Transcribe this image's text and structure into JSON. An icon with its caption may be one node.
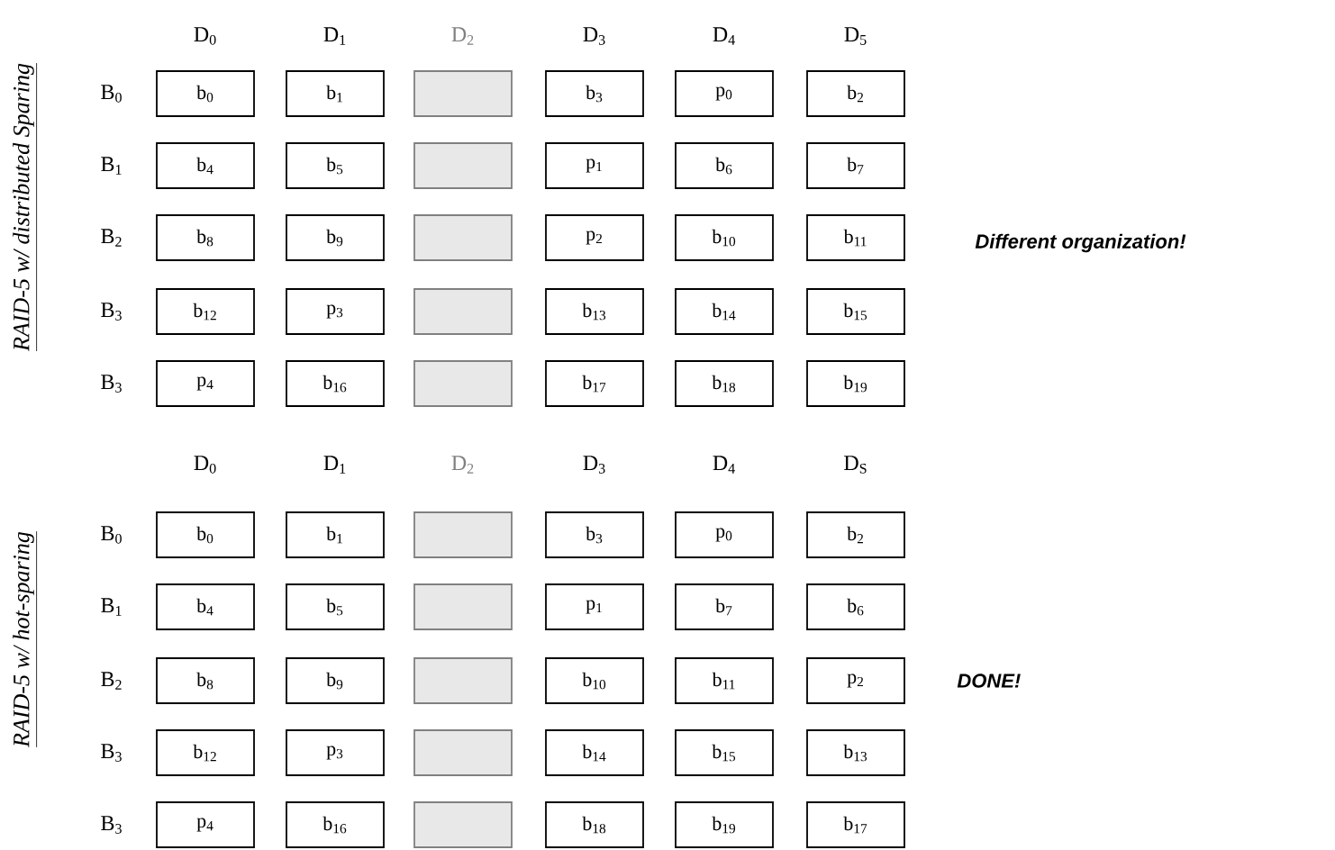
{
  "diagram": {
    "nodes": [
      {
        "text": [
          "b$_{0}$"
        ]
      },
      {
        "text": [
          "b$_{1}$"
        ]
      },
      {
        "text": [],
        "shape": "box"
      },
      {
        "text": [
          "b$_{3}$"
        ]
      },
      {
        "text": [
          "p$_{0}$"
        ]
      },
      {
        "text": [
          "b$_{2}$"
        ]
      },
      {
        "text": [
          "b$_{4}$"
        ]
      },
      {
        "text": [
          "b$_{5}$"
        ]
      },
      {
        "text": [],
        "shape": "box"
      },
      {
        "text": [
          "p$_{1}$"
        ]
      },
      {
        "text": [
          "b$_{6}$"
        ]
      },
      {
        "text": [
          "b$_{7}$"
        ]
      },
      {
        "text": [
          "b$_{8}$"
        ]
      },
      {
        "text": [
          "b$_{9}$"
        ]
      },
      {
        "text": [],
        "shape": "box"
      },
      {
        "text": [
          "p$_{2}$"
        ]
      },
      {
        "text": [
          "b$_{10}$"
        ]
      },
      {
        "text": [
          "b$_{11}$"
        ]
      },
      {
        "text": [
          "b$_{12}$"
        ]
      },
      {
        "text": [
          "p$_{3}$"
        ]
      },
      {
        "text": [],
        "shape": "box"
      },
      {
        "text": [
          "b$_{13}$"
        ]
      },
      {
        "text": [
          "b$_{14}$"
        ]
      },
      {
        "text": [
          "b$_{15}$"
        ]
      },
      {
        "text": [
          "p$_{4}$"
        ]
      },
      {
        "text": [
          "b$_{16}$"
        ]
      },
      {
        "text": [],
        "shape": "box"
      },
      {
        "text": [
          "b$_{17}$"
        ]
      },
      {
        "text": [
          "b$_{18}$"
        ]
      },
      {
        "text": [
          "b$_{19}$"
        ]
      },
      {
        "text": [
          "b$_{0}$"
        ]
      },
      {
        "text": [
          "b$_{1}$"
        ]
      },
      {
        "text": [],
        "shape": "box"
      },
      {
        "text": [
          "b$_{3}$"
        ]
      },
      {
        "text": [
          "p$_{0}$"
        ]
      },
      {
        "text": [
          "b$_{2}$"
        ]
      },
      {
        "text": [
          "b$_{4}$"
        ]
      },
      {
        "text": [
          "b$_{5}$"
        ]
      },
      {
        "text": [],
        "shape": "box"
      },
      {
        "text": [
          "p$_{1}$"
        ]
      },
      {
        "text": [
          "b$_{7}$"
        ]
      },
      {
        "text": [
          "b$_{6}$"
        ]
      },
      {
        "text": [
          "b$_{8}$"
        ]
      },
      {
        "text": [
          "b$_{9}$"
        ]
      },
      {
        "text": [],
        "shape": "box"
      },
      {
        "text": [
          "b$_{10}$"
        ]
      },
      {
        "text": [
          "b$_{11}$"
        ]
      },
      {
        "text": [
          "p$_{2}$"
        ]
      },
      {
        "text": [
          "b$_{12}$"
        ]
      },
      {
        "text": [
          "p$_{3}$"
        ]
      },
      {
        "text": [],
        "shape": "box"
      },
      {
        "text": [
          "b$_{14}$"
        ]
      },
      {
        "text": [
          "b$_{15}$"
        ]
      },
      {
        "text": [
          "b$_{13}$"
        ]
      },
      {
        "text": [
          "p$_{4}$"
        ]
      },
      {
        "text": [
          "b$_{16}$"
        ]
      },
      {
        "text": [],
        "shape": "box"
      },
      {
        "text": [
          "b$_{18}$"
        ]
      },
      {
        "text": [
          "b$_{19}$"
        ]
      },
      {
        "text": [
          "b$_{17}$"
        ]
      }
    ],
    "labels": [
      "RAID-5 w/ distributed Sparing",
      "D$_{0}$",
      "D$_{1}$",
      "D$_{2}$",
      "D$_{3}$",
      "D$_{4}$",
      "D$_{5}$",
      "B$_{0}$",
      "B$_{1}$",
      "B$_{2}$",
      "B$_{3}$",
      "B$_{3}$",
      "Different organization!",
      "RAID-5 w/ hot-sparing",
      "D$_{0}$",
      "D$_{1}$",
      "D$_{2}$",
      "D$_{3}$",
      "D$_{4}$",
      "D$_{S}$",
      "B$_{0}$",
      "B$_{1}$",
      "B$_{2}$",
      "B$_{3}$",
      "B$_{3}$",
      "DONE!"
    ]
  }
}
